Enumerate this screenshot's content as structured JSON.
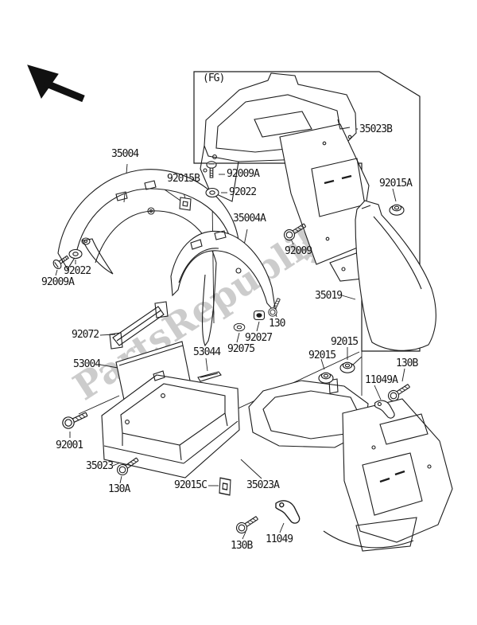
{
  "diagram": {
    "inset_tag": "(FG)",
    "watermark": "PartsRepublik",
    "colors": {
      "background": "#ffffff",
      "line": "#1c1c1c",
      "label": "#141414",
      "watermark": "#cccccc"
    },
    "icons": {
      "pointer": "direction-arrow-up-left",
      "watermark_logo": "gear-logo"
    },
    "labels": [
      {
        "text": "35004"
      },
      {
        "text": "92015B"
      },
      {
        "text": "92009A"
      },
      {
        "text": "92022"
      },
      {
        "text": "35004A"
      },
      {
        "text": "35023B"
      },
      {
        "text": "92015A"
      },
      {
        "text": "92009"
      },
      {
        "text": "35019"
      },
      {
        "text": "92072"
      },
      {
        "text": "53004"
      },
      {
        "text": "53044"
      },
      {
        "text": "92075"
      },
      {
        "text": "92027"
      },
      {
        "text": "130"
      },
      {
        "text": "92022"
      },
      {
        "text": "92009A"
      },
      {
        "text": "92015"
      },
      {
        "text": "92015"
      },
      {
        "text": "130B"
      },
      {
        "text": "11049A"
      },
      {
        "text": "92001"
      },
      {
        "text": "35023"
      },
      {
        "text": "130A"
      },
      {
        "text": "92015C"
      },
      {
        "text": "35023A"
      },
      {
        "text": "130B"
      },
      {
        "text": "11049"
      }
    ]
  }
}
